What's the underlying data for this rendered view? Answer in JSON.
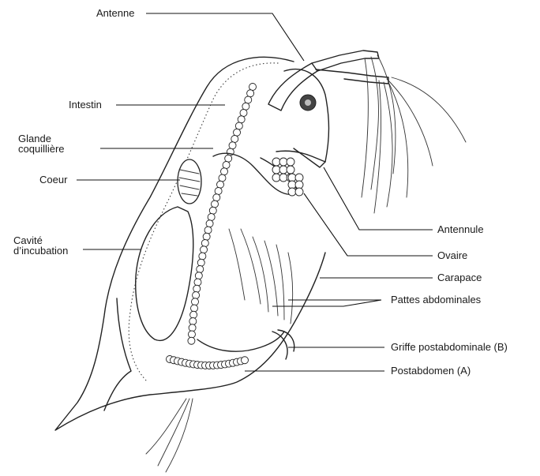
{
  "labels": {
    "antenne": "Antenne",
    "intestin": "Intestin",
    "glande_line1": "Glande",
    "glande_line2": "coquillière",
    "coeur": "Coeur",
    "cavite_line1": "Cavité",
    "cavite_line2": "d’incubation",
    "antennule": "Antennule",
    "ovaire": "Ovaire",
    "carapace": "Carapace",
    "pattes": "Pattes abdominales",
    "griffe": "Griffe postabdominale (B)",
    "postabdomen": "Postabdomen (A)"
  },
  "colors": {
    "ink": "#222222",
    "background": "#ffffff"
  }
}
